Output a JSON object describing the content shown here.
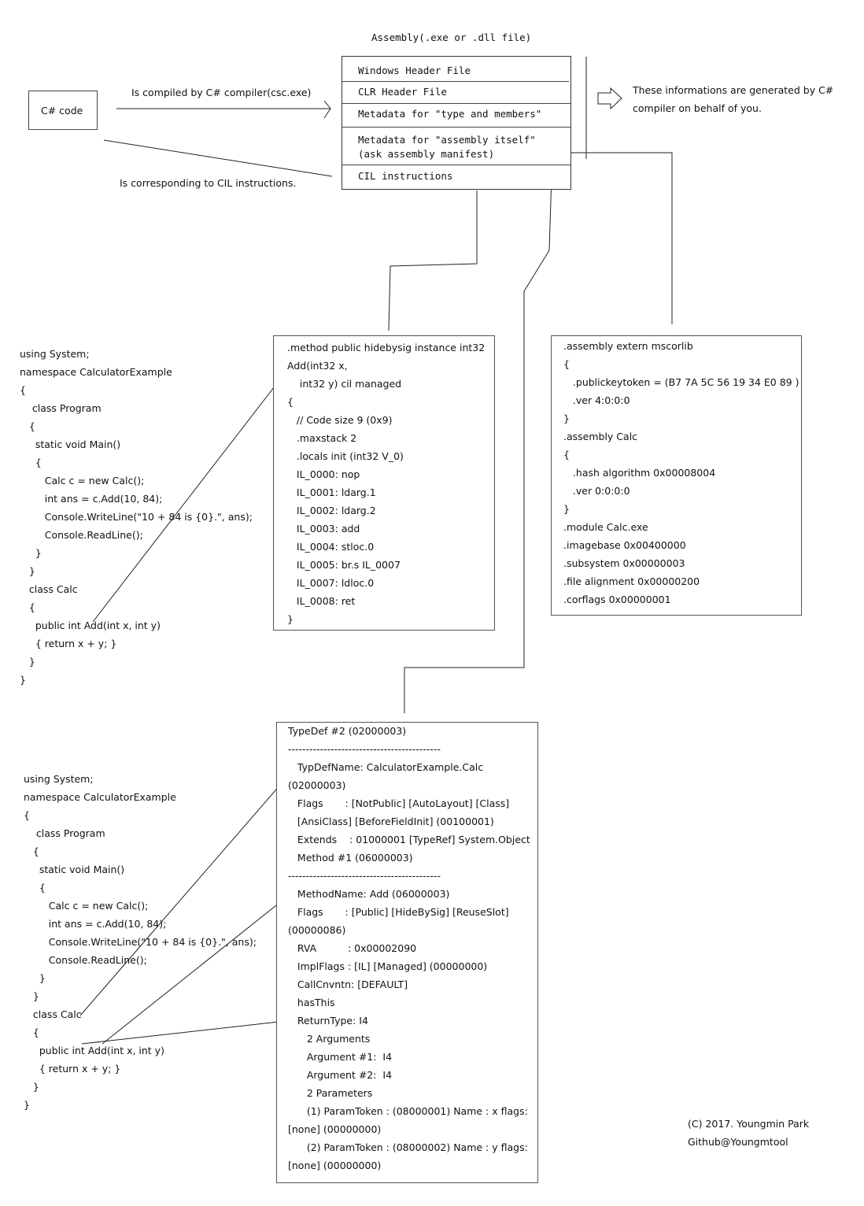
{
  "assembly": {
    "title": "Assembly(.exe or .dll file)",
    "sections": [
      "Windows Header File",
      "CLR Header File",
      "Metadata for \"type and members\"",
      "Metadata for \"assembly itself\"\n(ask assembly manifest)",
      "CIL instructions"
    ]
  },
  "csharp_box": {
    "label": "C# code"
  },
  "labels": {
    "compiled": "Is compiled by C# compiler(csc.exe)",
    "corresponding": "Is corresponding to CIL instructions.",
    "generated_line1": "These informations are generated by C#",
    "generated_line2": "compiler on behalf of you."
  },
  "code_top": [
    "using System;",
    "namespace CalculatorExample",
    "{",
    "    class Program",
    "   {",
    "     static void Main()",
    "     {",
    "        Calc c = new Calc();",
    "        int ans = c.Add(10, 84);",
    "        Console.WriteLine(\"10 + 84 is {0}.\", ans);",
    "        Console.ReadLine();",
    "     }",
    "   }",
    "   class Calc",
    "   {",
    "     public int Add(int x, int y)",
    "     { return x + y; }",
    "   }",
    "}"
  ],
  "cil": [
    ".method public hidebysig instance int32",
    "Add(int32 x,",
    "    int32 y) cil managed",
    "{",
    "   // Code size 9 (0x9)",
    "   .maxstack 2",
    "   .locals init (int32 V_0)",
    "   IL_0000: nop",
    "   IL_0001: ldarg.1",
    "   IL_0002: ldarg.2",
    "   IL_0003: add",
    "   IL_0004: stloc.0",
    "   IL_0005: br.s IL_0007",
    "   IL_0007: ldloc.0",
    "   IL_0008: ret",
    "}"
  ],
  "manifest": [
    ".assembly extern mscorlib",
    "{",
    "   .publickeytoken = (B7 7A 5C 56 19 34 E0 89 )",
    "   .ver 4:0:0:0",
    "}",
    ".assembly Calc",
    "{",
    "   .hash algorithm 0x00008004",
    "   .ver 0:0:0:0",
    "}",
    ".module Calc.exe",
    ".imagebase 0x00400000",
    ".subsystem 0x00000003",
    ".file alignment 0x00000200",
    ".corflags 0x00000001"
  ],
  "code_bottom": [
    "using System;",
    "namespace CalculatorExample",
    "{",
    "    class Program",
    "   {",
    "     static void Main()",
    "     {",
    "        Calc c = new Calc();",
    "        int ans = c.Add(10, 84);",
    "        Console.WriteLine(\"10 + 84 is {0}.\", ans);",
    "        Console.ReadLine();",
    "     }",
    "   }",
    "   class Calc",
    "   {",
    "     public int Add(int x, int y)",
    "     { return x + y; }",
    "   }",
    "}"
  ],
  "typedef": [
    "TypeDef #2 (02000003)",
    "-------------------------------------------",
    "   TypDefName: CalculatorExample.Calc",
    "(02000003)",
    "   Flags       : [NotPublic] [AutoLayout] [Class]",
    "   [AnsiClass] [BeforeFieldInit] (00100001)",
    "   Extends    : 01000001 [TypeRef] System.Object",
    "   Method #1 (06000003)",
    "-------------------------------------------",
    "   MethodName: Add (06000003)",
    "   Flags       : [Public] [HideBySig] [ReuseSlot]",
    "(00000086)",
    "   RVA          : 0x00002090",
    "   ImplFlags : [IL] [Managed] (00000000)",
    "   CallCnvntn: [DEFAULT]",
    "   hasThis",
    "   ReturnType: I4",
    "      2 Arguments",
    "      Argument #1:  I4",
    "      Argument #2:  I4",
    "      2 Parameters",
    "      (1) ParamToken : (08000001) Name : x flags:",
    "[none] (00000000)",
    "      (2) ParamToken : (08000002) Name : y flags:",
    "[none] (00000000)"
  ],
  "credit": [
    "(C) 2017. Youngmin Park",
    "Github@Youngmtool"
  ]
}
